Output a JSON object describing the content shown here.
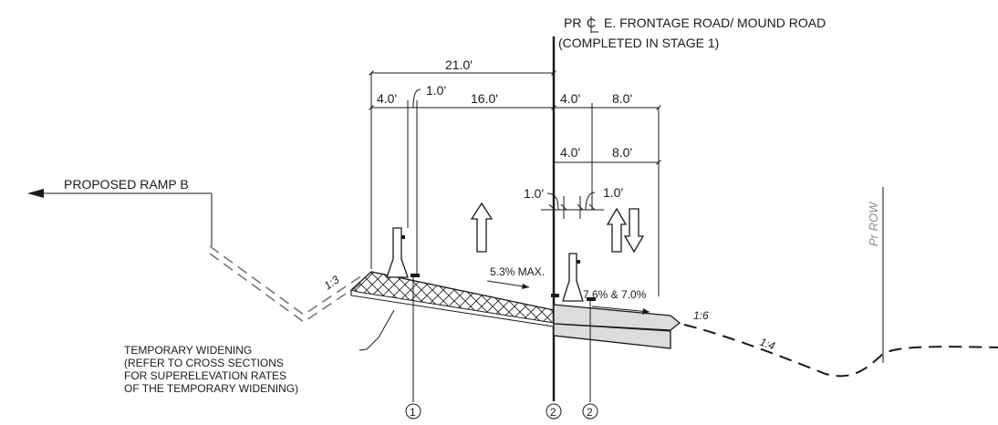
{
  "centerline": {
    "line1_prefix": "PR",
    "cl_symbol": "C",
    "line1_rest": "E. FRONTAGE ROAD/ MOUND ROAD",
    "line2": "(COMPLETED IN STAGE 1)"
  },
  "dimensions": {
    "total_left": "21.0'",
    "left_shoulder": "4.0'",
    "left_offset": "1.0'",
    "left_lane": "16.0'",
    "right_top_shoulder": "4.0'",
    "right_top_lane": "8.0'",
    "right_mid_shoulder": "4.0'",
    "right_mid_lane": "8.0'",
    "right_offset_a": "1.0'",
    "right_offset_b": "1.0'"
  },
  "labels": {
    "ramp": "PROPOSED RAMP B",
    "left_slope": "1:3",
    "slope_main": "5.3% MAX.",
    "slope_right": "7.6% & 7.0%",
    "slope_16": "1:6",
    "slope_14": "1:4",
    "row": "Pr ROW"
  },
  "note": {
    "line1": "TEMPORARY WIDENING",
    "line2": "(REFER TO CROSS SECTIONS",
    "line3": "FOR SUPERELEVATION RATES",
    "line4": "OF THE TEMPORARY WIDENING)"
  },
  "markers": {
    "m1": "1",
    "m2a": "2",
    "m2b": "2"
  },
  "icons": [
    "arrow-left-icon",
    "arrow-up-icon",
    "two-way-arrow-icon",
    "concrete-barrier-icon",
    "centerline-symbol-icon"
  ]
}
